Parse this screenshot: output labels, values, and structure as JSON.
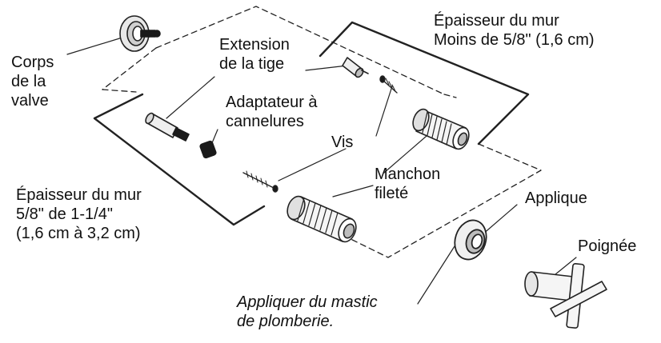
{
  "labels": {
    "valve_body": [
      "Corps",
      "de la",
      "valve"
    ],
    "stem_extension": [
      "Extension",
      "de la tige"
    ],
    "spline_adapter": [
      "Adaptateur à",
      "cannelures"
    ],
    "screw": "Vis",
    "wall_thin": [
      "Épaisseur du mur",
      "Moins de 5/8\" (1,6 cm)"
    ],
    "threaded_sleeve": [
      "Manchon",
      "fileté"
    ],
    "escutcheon": "Applique",
    "wall_thick": [
      "Épaisseur du mur",
      "5/8\" de 1-1/4\"",
      "(1,6 cm à 3,2 cm)"
    ],
    "handle": "Poignée",
    "plumber_putty": [
      "Appliquer du mastic",
      "de plomberie."
    ]
  },
  "colors": {
    "line": "#222222",
    "part_fill": "#f2f2f2",
    "part_shade": "#bdbdbd",
    "dark_part": "#1a1a1a"
  }
}
